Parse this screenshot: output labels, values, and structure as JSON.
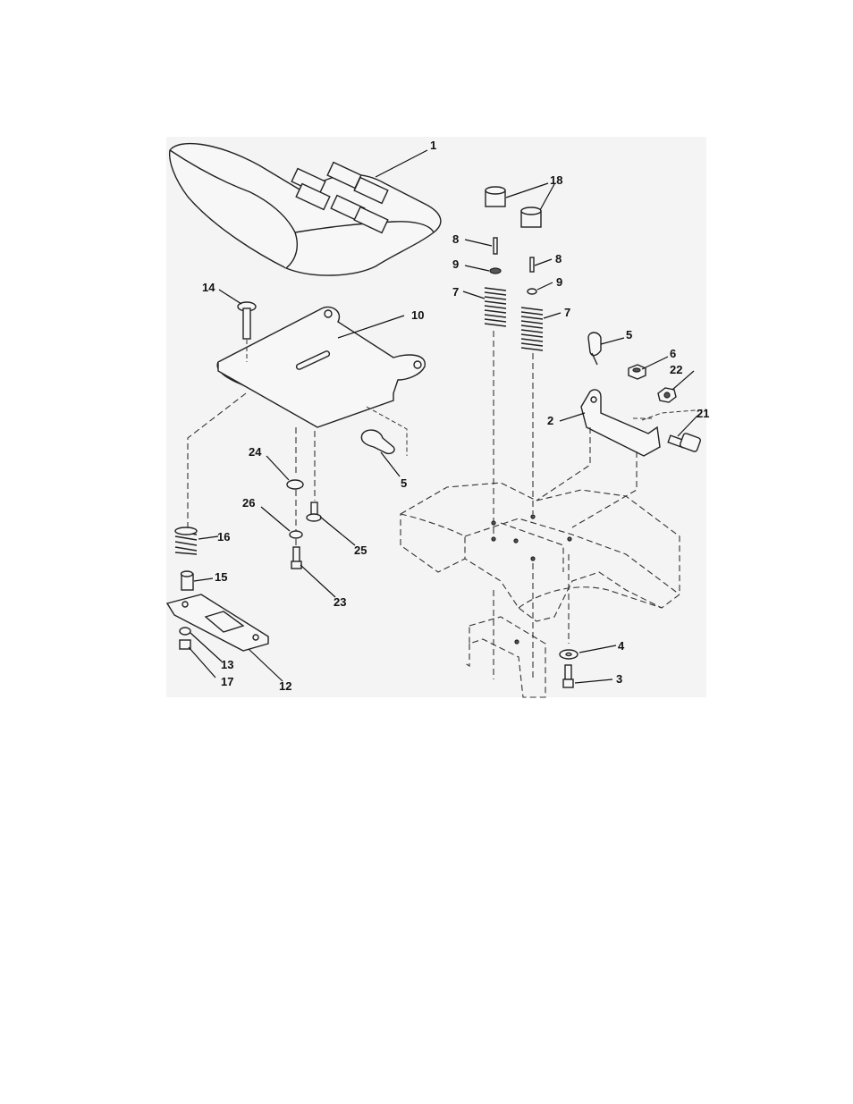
{
  "callouts": {
    "c1": "1",
    "c18": "18",
    "c8a": "8",
    "c8b": "8",
    "c9a": "9",
    "c9b": "9",
    "c7a": "7",
    "c7b": "7",
    "c14": "14",
    "c10": "10",
    "c5a": "5",
    "c5b": "5",
    "c6": "6",
    "c22": "22",
    "c2": "2",
    "c21": "21",
    "c24": "24",
    "c26": "26",
    "c25": "25",
    "c16": "16",
    "c15": "15",
    "c23": "23",
    "c13": "13",
    "c17": "17",
    "c12": "12",
    "c4": "4",
    "c3": "3"
  },
  "colors": {
    "background": "#f4f4f4",
    "line": "#222222",
    "text": "#111111"
  }
}
